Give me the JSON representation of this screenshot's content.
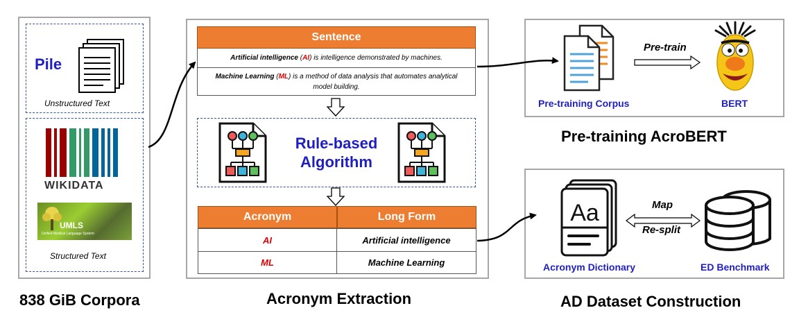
{
  "corpora": {
    "pile_label": "Pile",
    "unstructured_label": "Unstructured Text",
    "wikidata_label": "WIKIDATA",
    "umls_label": "UMLS",
    "umls_sub": "Unified Medical Language System",
    "structured_label": "Structured Text",
    "caption": "838 GiB Corpora"
  },
  "extraction": {
    "sentence_header": "Sentence",
    "s1_acronym_long": "Artificial intelligence",
    "s1_acronym_open": "(",
    "s1_acronym": "AI",
    "s1_acronym_close": ")",
    "s1_rest": "is intelligence demonstrated by machines.",
    "s2_long": "Machine Learning",
    "s2_open": "(",
    "s2_acronym": "ML",
    "s2_close": ")",
    "s2_rest_line1": "is a method of data analysis that automates analytical",
    "s2_rest_line2": "model building.",
    "algorithm_line1": "Rule-based",
    "algorithm_line2": "Algorithm",
    "table_headers": [
      "Acronym",
      "Long Form"
    ],
    "table_rows": [
      {
        "acronym": "AI",
        "long_form": "Artificial intelligence"
      },
      {
        "acronym": "ML",
        "long_form": "Machine Learning"
      }
    ],
    "caption": "Acronym Extraction"
  },
  "pretraining": {
    "corpus_label": "Pre-training Corpus",
    "arrow_label": "Pre-train",
    "bert_label": "BERT",
    "caption": "Pre-training AcroBERT"
  },
  "dataset": {
    "dictionary_label": "Acronym Dictionary",
    "dictionary_glyph": "Aa",
    "map_label": "Map",
    "resplit_label": "Re-split",
    "benchmark_label": "ED Benchmark",
    "caption": "AD Dataset Construction"
  },
  "colors": {
    "orange": "#ed7d31",
    "blue_text": "#1f1fbf",
    "red_text": "#e00000",
    "panel_border": "#a6a6a6",
    "dashed_border": "#2f5597"
  }
}
